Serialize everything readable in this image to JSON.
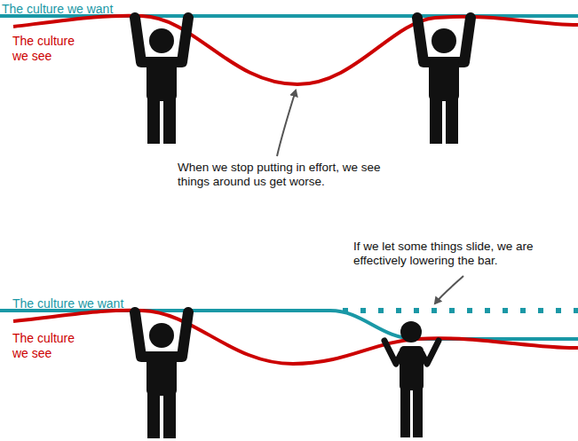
{
  "diagram": {
    "labels": [
      "The culture we want",
      "The culture we see",
      "When we stop putting in effort, we see things around us get worse.",
      "If we let some things slide, we are effectively lowering the bar.",
      "The culture we want",
      "The culture we see"
    ]
  }
}
